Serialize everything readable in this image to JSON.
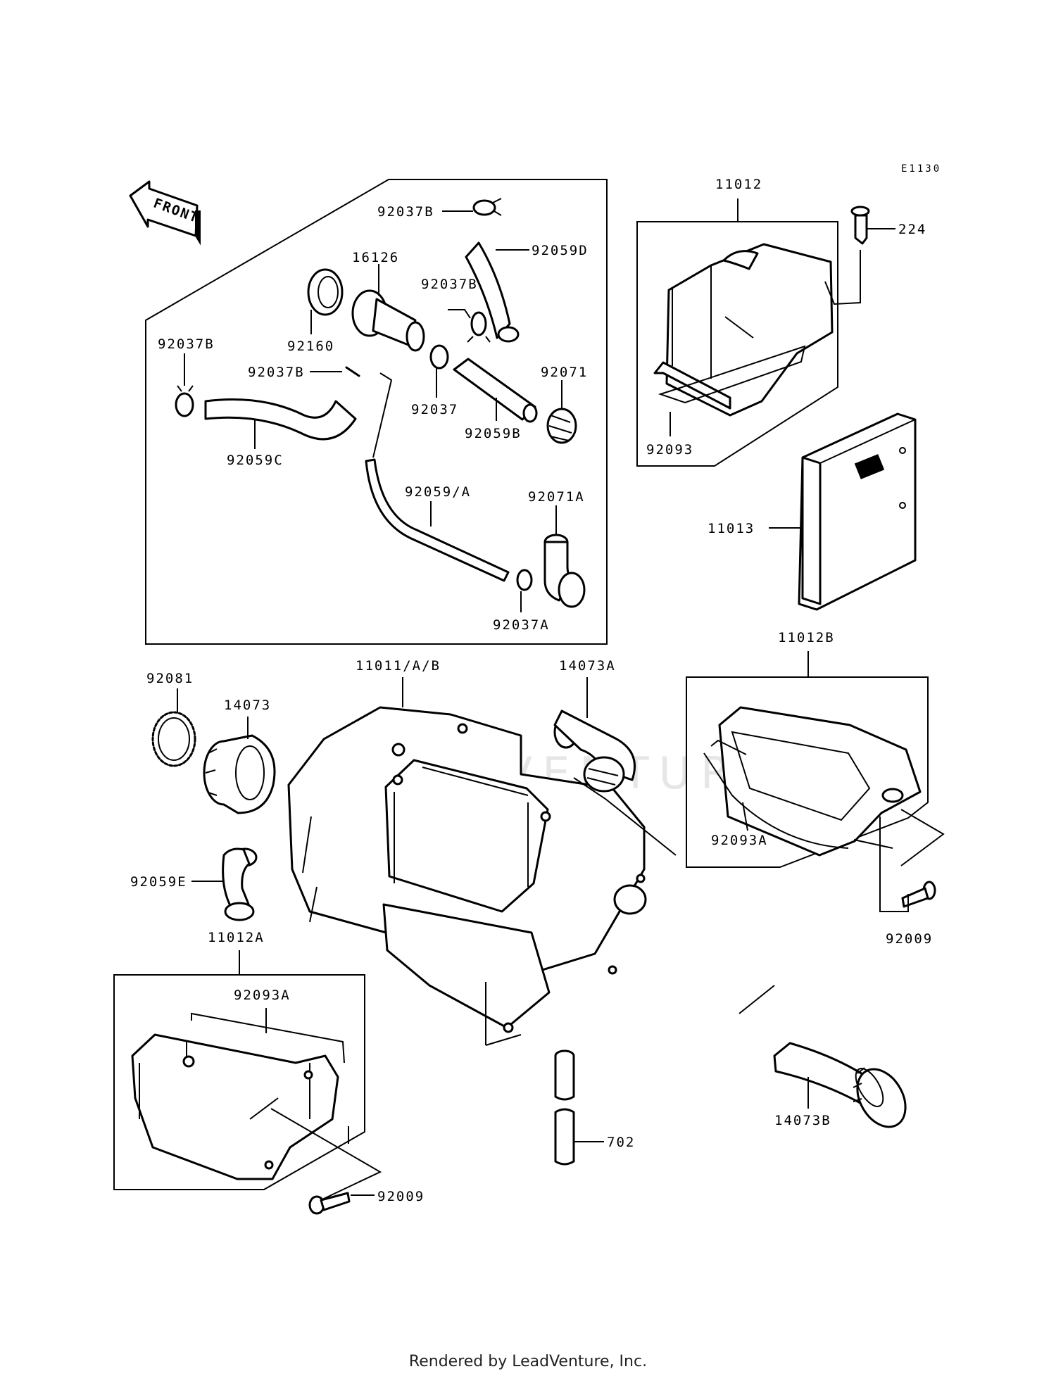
{
  "diagram_code": "E1130",
  "front_label": "FRONT",
  "watermark": "LEADVENTURE",
  "footer": "Rendered by LeadVenture, Inc.",
  "parts": {
    "p92037B_top": "92037B",
    "p92059D": "92059D",
    "p16126": "16126",
    "p92037B_mid": "92037B",
    "p92160": "92160",
    "p92037B_left": "92037B",
    "p92037B_small": "92037B",
    "p92037": "92037",
    "p92071": "92071",
    "p92059B": "92059B",
    "p92059C": "92059C",
    "p92059A": "92059/A",
    "p92071A": "92071A",
    "p92037A": "92037A",
    "p11012": "11012",
    "p224": "224",
    "p92093": "92093",
    "p11013": "11013",
    "p11012B": "11012B",
    "p92093A_right": "92093A",
    "p92009_right": "92009",
    "p92081": "92081",
    "p14073": "14073",
    "p11011": "11011/A/B",
    "p14073A": "14073A",
    "p92059E": "92059E",
    "p11012A": "11012A",
    "p92093A_left": "92093A",
    "p92009_left": "92009",
    "p702": "702",
    "p14073B": "14073B"
  }
}
